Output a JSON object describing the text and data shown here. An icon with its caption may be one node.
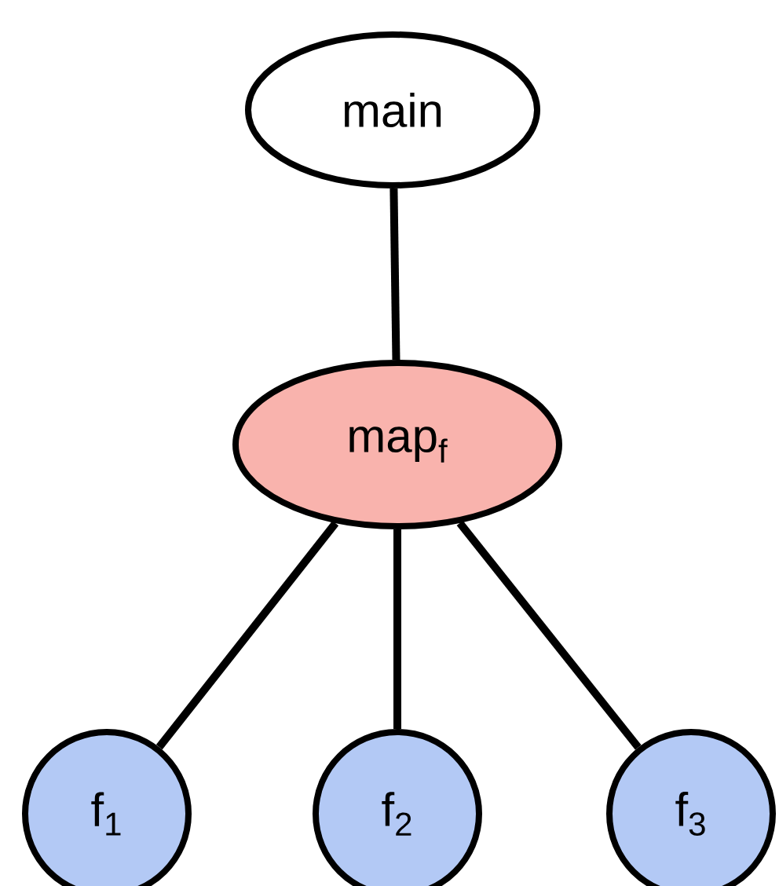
{
  "diagram": {
    "nodes": [
      {
        "text": [
          "main"
        ]
      },
      {
        "text": [
          "map$_{f}$"
        ]
      },
      {
        "text": [
          "f$_{1}$"
        ]
      },
      {
        "text": [
          "f$_{2}$"
        ]
      },
      {
        "text": [
          "f$_{3}$"
        ]
      }
    ],
    "edges": [
      {
        "from": 0,
        "to": 1,
        "arrow": "none"
      },
      {
        "from": 1,
        "to": 2,
        "arrow": "none"
      },
      {
        "from": 1,
        "to": 3,
        "arrow": "none"
      },
      {
        "from": 1,
        "to": 4,
        "arrow": "none"
      }
    ]
  }
}
